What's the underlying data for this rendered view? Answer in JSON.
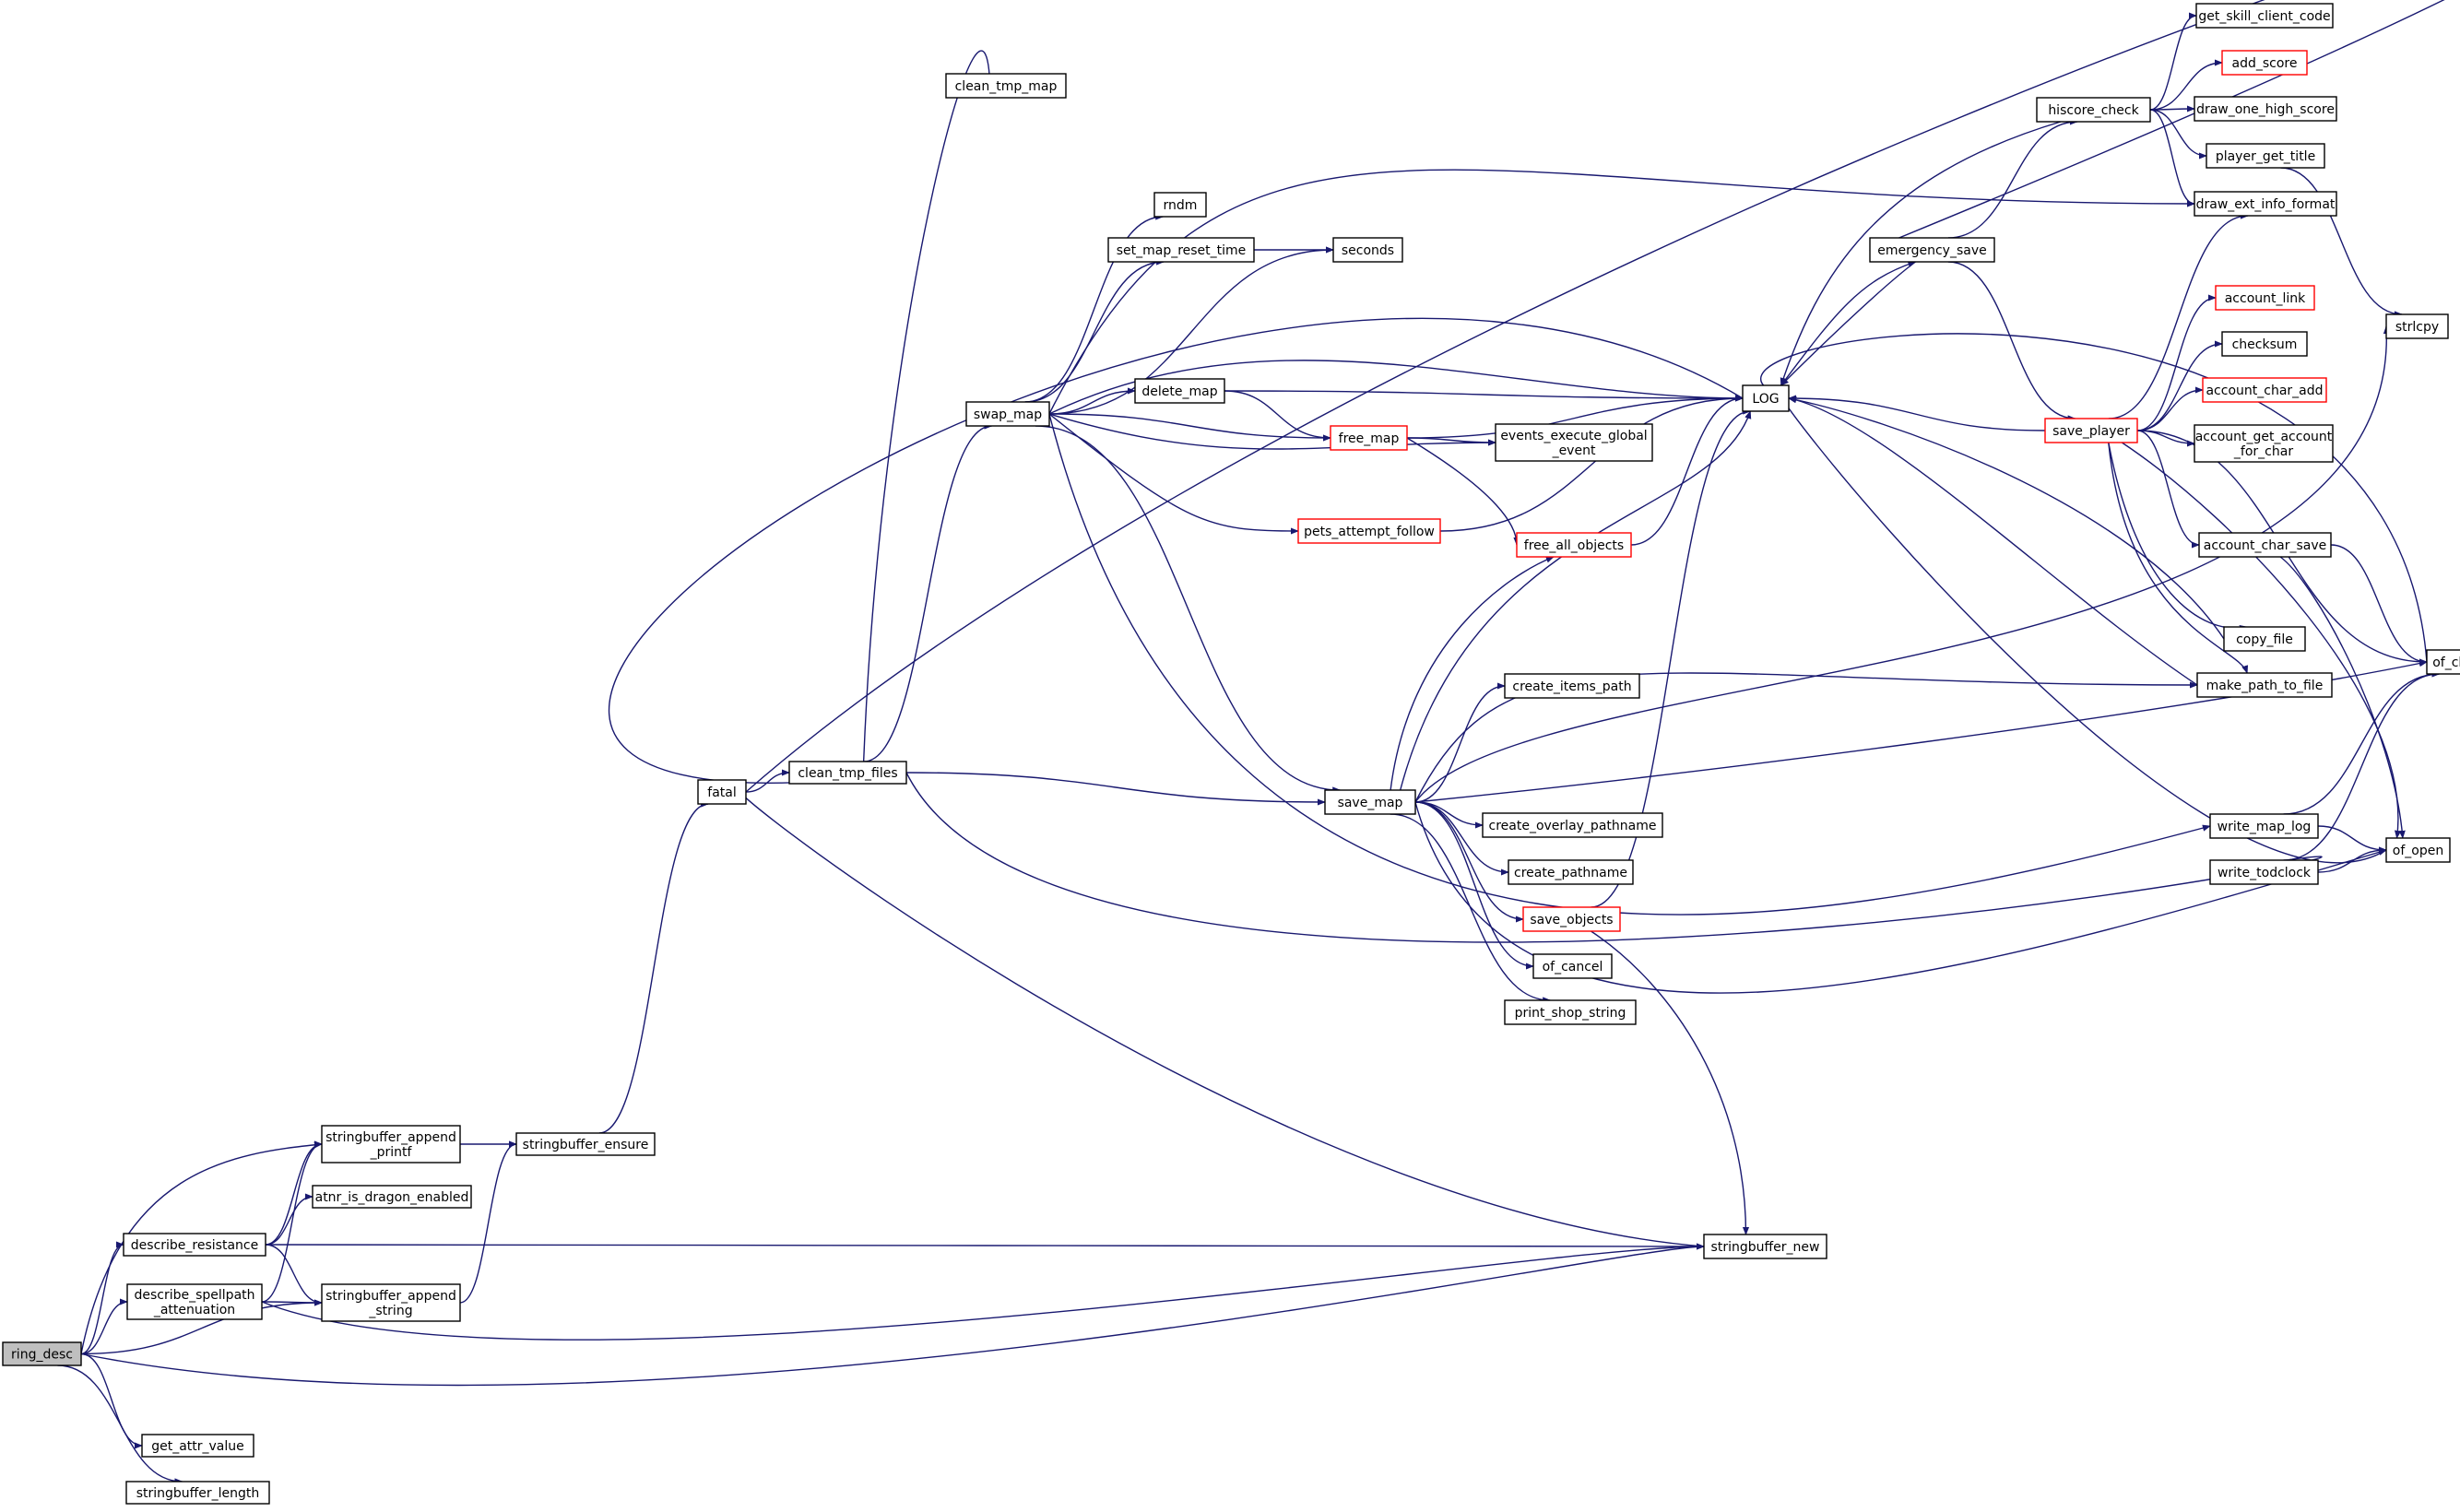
{
  "colors": {
    "edge": "#191970",
    "node_border": "#000000",
    "node_border_incomplete": "#ff0000",
    "root_fill": "#bfbfbf",
    "background": "#ffffff"
  },
  "nodes": {
    "ring_desc": {
      "label": [
        "ring_desc"
      ],
      "root": true
    },
    "describe_resistance": {
      "label": [
        "describe_resistance"
      ]
    },
    "describe_spellpath_attenuation": {
      "label": [
        "describe_spellpath",
        "_attenuation"
      ]
    },
    "get_attr_value": {
      "label": [
        "get_attr_value"
      ]
    },
    "stringbuffer_length": {
      "label": [
        "stringbuffer_length"
      ]
    },
    "stringbuffer_append_printf": {
      "label": [
        "stringbuffer_append",
        "_printf"
      ]
    },
    "atnr_is_dragon_enabled": {
      "label": [
        "atnr_is_dragon_enabled"
      ]
    },
    "stringbuffer_append_string": {
      "label": [
        "stringbuffer_append",
        "_string"
      ]
    },
    "stringbuffer_ensure": {
      "label": [
        "stringbuffer_ensure"
      ]
    },
    "fatal": {
      "label": [
        "fatal"
      ]
    },
    "clean_tmp_files": {
      "label": [
        "clean_tmp_files"
      ]
    },
    "clean_tmp_map": {
      "label": [
        "clean_tmp_map"
      ]
    },
    "swap_map": {
      "label": [
        "swap_map"
      ]
    },
    "mdm": {
      "label": [
        "rndm"
      ]
    },
    "set_map_reset_time": {
      "label": [
        "set_map_reset_time"
      ]
    },
    "seconds": {
      "label": [
        "seconds"
      ]
    },
    "delete_map": {
      "label": [
        "delete_map"
      ]
    },
    "free_map": {
      "label": [
        "free_map"
      ],
      "incomplete": true
    },
    "events_execute_global_event": {
      "label": [
        "events_execute_global",
        "_event"
      ]
    },
    "pets_attempt_follow": {
      "label": [
        "pets_attempt_follow"
      ],
      "incomplete": true
    },
    "free_all_objects": {
      "label": [
        "free_all_objects"
      ],
      "incomplete": true
    },
    "save_map": {
      "label": [
        "save_map"
      ]
    },
    "create_items_path": {
      "label": [
        "create_items_path"
      ]
    },
    "create_overlay_pathname": {
      "label": [
        "create_overlay_pathname"
      ]
    },
    "create_pathname": {
      "label": [
        "create_pathname"
      ]
    },
    "save_objects": {
      "label": [
        "save_objects"
      ],
      "incomplete": true
    },
    "of_cancel": {
      "label": [
        "of_cancel"
      ]
    },
    "print_shop_string": {
      "label": [
        "print_shop_string"
      ]
    },
    "stringbuffer_new": {
      "label": [
        "stringbuffer_new"
      ]
    },
    "LOG": {
      "label": [
        "LOG"
      ]
    },
    "emergency_save": {
      "label": [
        "emergency_save"
      ]
    },
    "hiscore_check": {
      "label": [
        "hiscore_check"
      ]
    },
    "save_player": {
      "label": [
        "save_player"
      ],
      "incomplete": true
    },
    "get_skill_client_code": {
      "label": [
        "get_skill_client_code"
      ]
    },
    "add_score": {
      "label": [
        "add_score"
      ],
      "incomplete": true
    },
    "draw_one_high_score": {
      "label": [
        "draw_one_high_score"
      ]
    },
    "player_get_title": {
      "label": [
        "player_get_title"
      ]
    },
    "draw_ext_info_format": {
      "label": [
        "draw_ext_info_format"
      ]
    },
    "account_link": {
      "label": [
        "account_link"
      ],
      "incomplete": true
    },
    "checksum": {
      "label": [
        "checksum"
      ]
    },
    "account_char_add": {
      "label": [
        "account_char_add"
      ],
      "incomplete": true
    },
    "account_get_account_for_char": {
      "label": [
        "account_get_account",
        "_for_char"
      ]
    },
    "account_char_save": {
      "label": [
        "account_char_save"
      ]
    },
    "copy_file": {
      "label": [
        "copy_file"
      ]
    },
    "make_path_to_file": {
      "label": [
        "make_path_to_file"
      ]
    },
    "write_map_log": {
      "label": [
        "write_map_log"
      ]
    },
    "write_todclock": {
      "label": [
        "write_todclock"
      ]
    },
    "strlcpy": {
      "label": [
        "strlcpy"
      ]
    },
    "of_close": {
      "label": [
        "of_close"
      ]
    },
    "of_open": {
      "label": [
        "of_open"
      ]
    }
  },
  "edges": [
    [
      "ring_desc",
      "describe_resistance"
    ],
    [
      "ring_desc",
      "describe_spellpath_attenuation"
    ],
    [
      "ring_desc",
      "get_attr_value"
    ],
    [
      "ring_desc",
      "stringbuffer_length"
    ],
    [
      "ring_desc",
      "stringbuffer_append_printf"
    ],
    [
      "ring_desc",
      "stringbuffer_append_string"
    ],
    [
      "ring_desc",
      "stringbuffer_new"
    ],
    [
      "describe_resistance",
      "stringbuffer_append_printf"
    ],
    [
      "describe_resistance",
      "atnr_is_dragon_enabled"
    ],
    [
      "describe_resistance",
      "stringbuffer_append_string"
    ],
    [
      "describe_resistance",
      "stringbuffer_new"
    ],
    [
      "describe_spellpath_attenuation",
      "stringbuffer_append_printf"
    ],
    [
      "describe_spellpath_attenuation",
      "stringbuffer_append_string"
    ],
    [
      "describe_spellpath_attenuation",
      "stringbuffer_new"
    ],
    [
      "stringbuffer_append_printf",
      "stringbuffer_ensure"
    ],
    [
      "stringbuffer_append_string",
      "stringbuffer_ensure"
    ],
    [
      "stringbuffer_ensure",
      "fatal"
    ],
    [
      "stringbuffer_new",
      "fatal"
    ],
    [
      "fatal",
      "clean_tmp_files"
    ],
    [
      "fatal",
      "emergency_save"
    ],
    [
      "clean_tmp_files",
      "clean_tmp_map"
    ],
    [
      "clean_tmp_files",
      "swap_map"
    ],
    [
      "clean_tmp_files",
      "save_map"
    ],
    [
      "clean_tmp_files",
      "write_todclock"
    ],
    [
      "LOG",
      "clean_tmp_files"
    ],
    [
      "swap_map",
      "mdm"
    ],
    [
      "swap_map",
      "set_map_reset_time"
    ],
    [
      "swap_map",
      "seconds"
    ],
    [
      "swap_map",
      "delete_map"
    ],
    [
      "swap_map",
      "free_map"
    ],
    [
      "swap_map",
      "events_execute_global_event"
    ],
    [
      "swap_map",
      "pets_attempt_follow"
    ],
    [
      "swap_map",
      "save_map"
    ],
    [
      "swap_map",
      "LOG"
    ],
    [
      "swap_map",
      "write_map_log"
    ],
    [
      "swap_map",
      "draw_ext_info_format"
    ],
    [
      "set_map_reset_time",
      "seconds"
    ],
    [
      "delete_map",
      "free_map"
    ],
    [
      "delete_map",
      "LOG"
    ],
    [
      "free_map",
      "events_execute_global_event"
    ],
    [
      "free_map",
      "free_all_objects"
    ],
    [
      "free_map",
      "LOG"
    ],
    [
      "pets_attempt_follow",
      "LOG"
    ],
    [
      "free_all_objects",
      "LOG"
    ],
    [
      "save_map",
      "free_all_objects"
    ],
    [
      "save_map",
      "create_items_path"
    ],
    [
      "save_map",
      "create_overlay_pathname"
    ],
    [
      "save_map",
      "create_pathname"
    ],
    [
      "save_map",
      "save_objects"
    ],
    [
      "save_map",
      "of_cancel"
    ],
    [
      "save_map",
      "print_shop_string"
    ],
    [
      "save_map",
      "LOG"
    ],
    [
      "save_map",
      "make_path_to_file"
    ],
    [
      "save_map",
      "of_close"
    ],
    [
      "save_map",
      "of_open"
    ],
    [
      "save_map",
      "strlcpy"
    ],
    [
      "save_objects",
      "LOG"
    ],
    [
      "save_objects",
      "stringbuffer_new"
    ],
    [
      "LOG",
      "emergency_save"
    ],
    [
      "emergency_save",
      "LOG"
    ],
    [
      "emergency_save",
      "hiscore_check"
    ],
    [
      "emergency_save",
      "save_player"
    ],
    [
      "hiscore_check",
      "get_skill_client_code"
    ],
    [
      "hiscore_check",
      "add_score"
    ],
    [
      "hiscore_check",
      "draw_one_high_score"
    ],
    [
      "hiscore_check",
      "player_get_title"
    ],
    [
      "hiscore_check",
      "draw_ext_info_format"
    ],
    [
      "hiscore_check",
      "LOG"
    ],
    [
      "player_get_title",
      "strlcpy"
    ],
    [
      "save_player",
      "LOG"
    ],
    [
      "save_player",
      "draw_ext_info_format"
    ],
    [
      "save_player",
      "account_link"
    ],
    [
      "save_player",
      "checksum"
    ],
    [
      "save_player",
      "account_char_add"
    ],
    [
      "save_player",
      "account_get_account_for_char"
    ],
    [
      "save_player",
      "account_char_save"
    ],
    [
      "save_player",
      "copy_file"
    ],
    [
      "save_player",
      "make_path_to_file"
    ],
    [
      "save_player",
      "of_close"
    ],
    [
      "save_player",
      "of_open"
    ],
    [
      "account_char_save",
      "of_close"
    ],
    [
      "account_char_save",
      "of_open"
    ],
    [
      "copy_file",
      "LOG"
    ],
    [
      "make_path_to_file",
      "LOG"
    ],
    [
      "write_map_log",
      "of_close"
    ],
    [
      "write_map_log",
      "of_open"
    ],
    [
      "write_todclock",
      "of_close"
    ],
    [
      "write_todclock",
      "of_open"
    ],
    [
      "of_close",
      "LOG"
    ],
    [
      "of_open",
      "LOG"
    ]
  ]
}
